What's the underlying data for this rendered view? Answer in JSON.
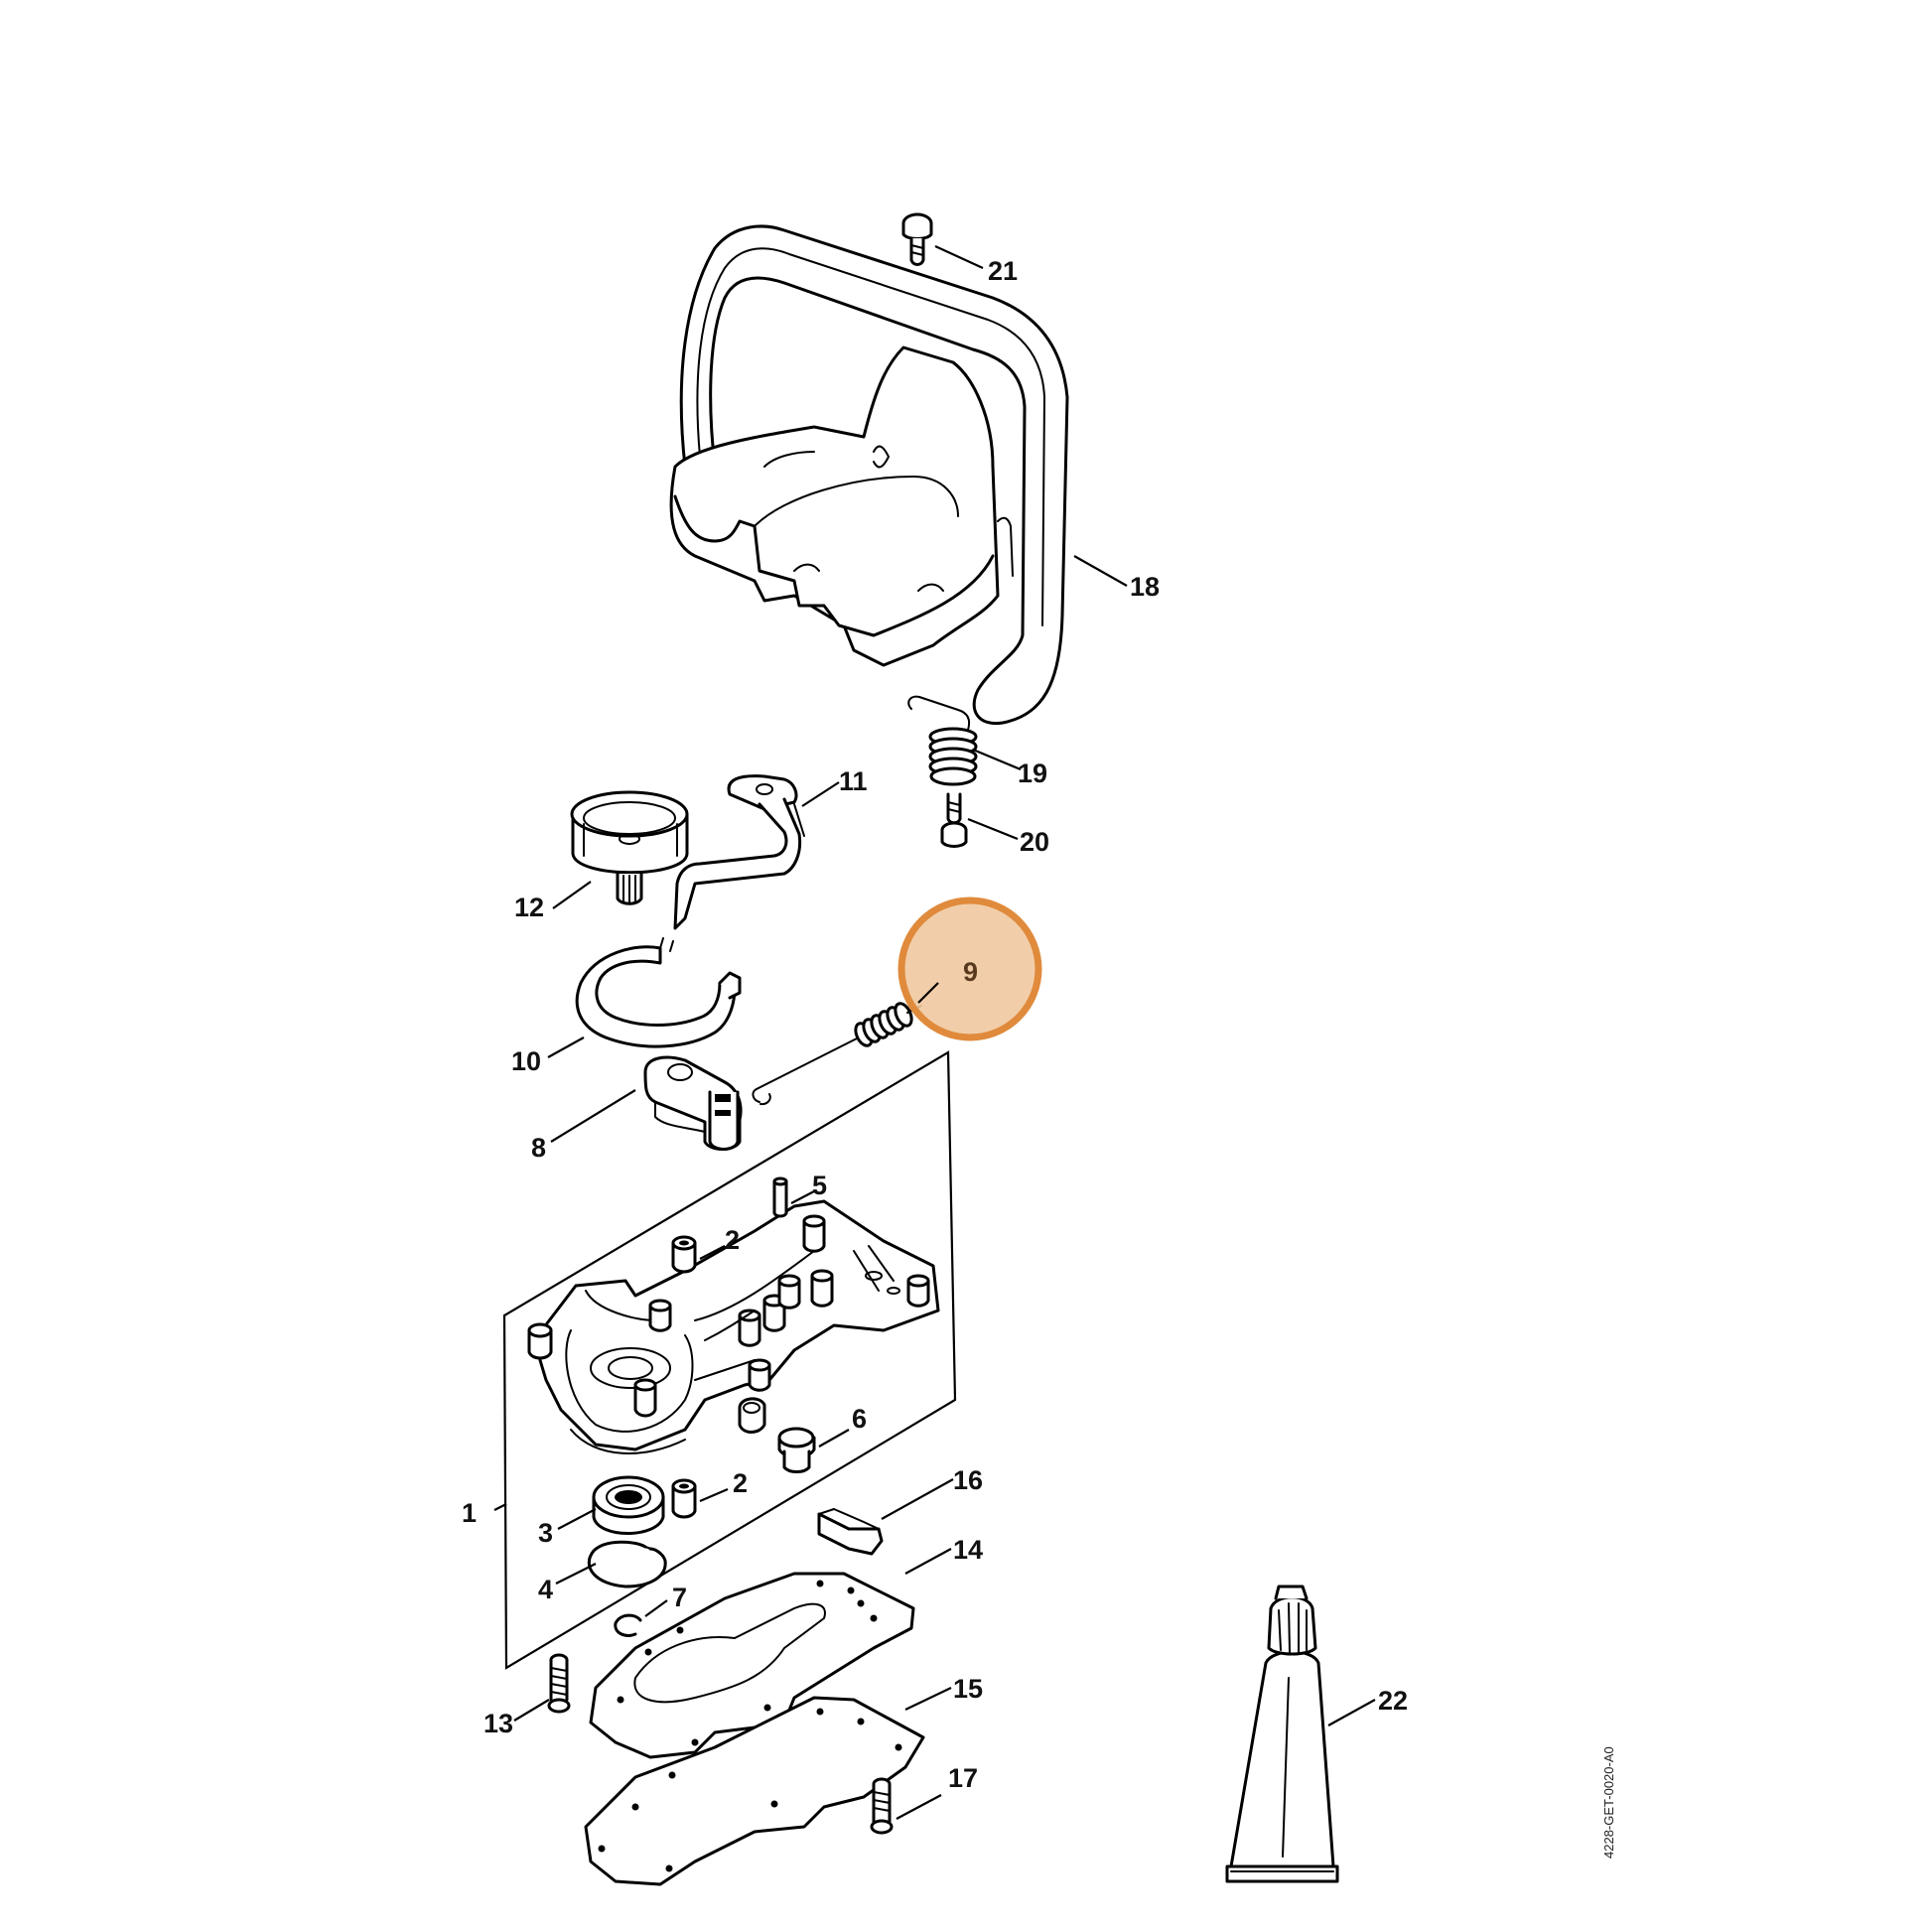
{
  "diagram": {
    "document_id": "4228-GET-0020-A0",
    "highlight_color": "#e08a3c",
    "highlight_fill": "#f0c9a0",
    "callouts": {
      "c1": "1",
      "c2a": "2",
      "c2b": "2",
      "c3": "3",
      "c4": "4",
      "c5": "5",
      "c6": "6",
      "c7": "7",
      "c8": "8",
      "c9": "9",
      "c10": "10",
      "c11": "11",
      "c12": "12",
      "c13": "13",
      "c14": "14",
      "c15": "15",
      "c16": "16",
      "c17": "17",
      "c18": "18",
      "c19": "19",
      "c20": "20",
      "c21": "21",
      "c22": "22"
    },
    "highlighted_callout": "9"
  }
}
